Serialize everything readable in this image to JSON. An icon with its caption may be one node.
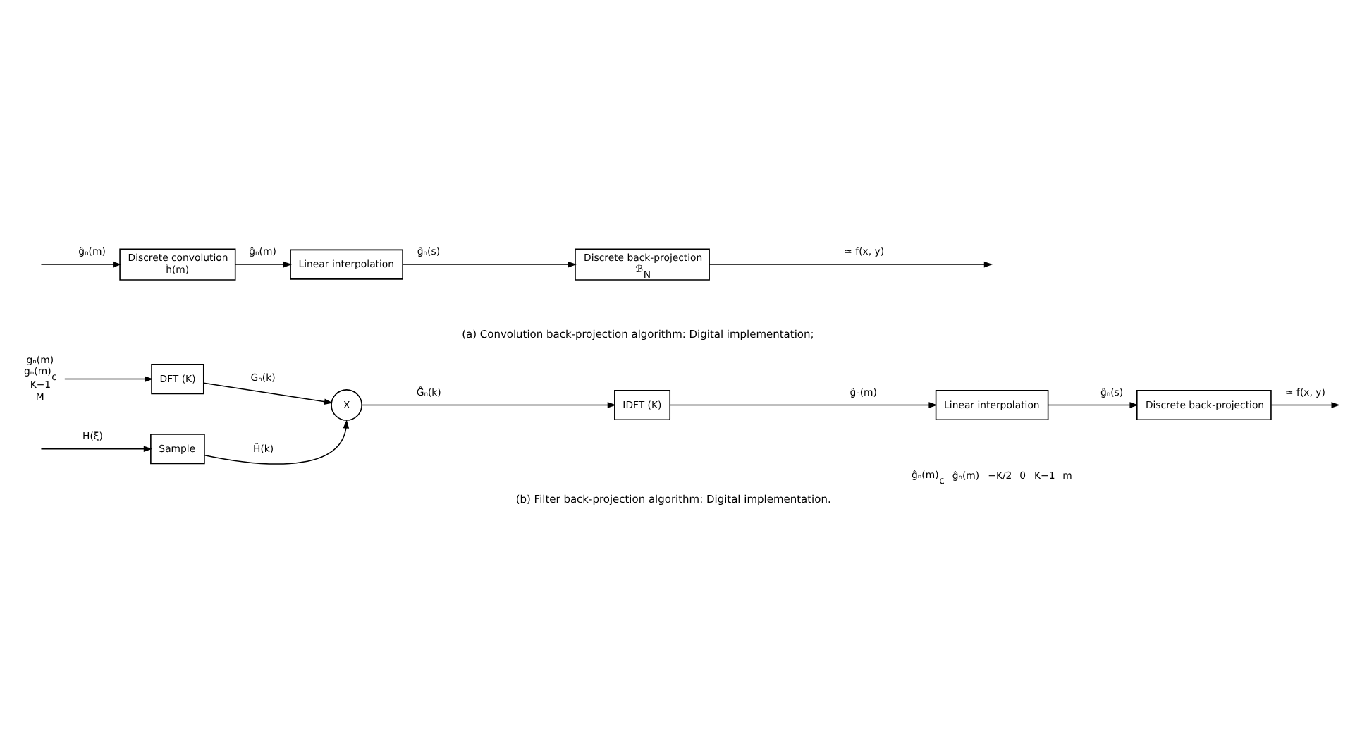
{
  "diagram": {
    "caption": "(b) Filter back-projection algorithm: Digital implementation.",
    "nodes": [
      {
        "text": [
          "Discrete convolution",
          "ĥ(m)"
        ]
      },
      {
        "text": [
          "Linear interpolation"
        ]
      },
      {
        "text": [
          "Discrete back-projection",
          "ℬ$_{N}$"
        ]
      },
      {
        "text": [
          "gₙ(m)",
          "gₙ(m)$_{c}$",
          "K−1",
          "M"
        ]
      },
      {
        "text": [
          "DFT (K)"
        ]
      },
      {
        "text": [
          "X"
        ]
      },
      {
        "text": [
          "IDFT (K)"
        ]
      },
      {
        "text": [
          "Linear interpolation"
        ]
      },
      {
        "text": [
          "Discrete back-projection"
        ]
      },
      {
        "text": [
          "Sample"
        ]
      }
    ],
    "edges": [
      {
        "from": null,
        "to": 0,
        "arrow": "to",
        "label": "ĝₙ(m)"
      },
      {
        "from": 0,
        "to": 1,
        "arrow": "to",
        "label": "ĝₙ(m)"
      },
      {
        "from": 1,
        "to": 2,
        "arrow": "to",
        "label": "ĝₙ(s)"
      },
      {
        "from": 2,
        "to": null,
        "arrow": "to",
        "label": "≃ f(x, y)"
      },
      {
        "from": 3,
        "to": 4,
        "arrow": "to"
      },
      {
        "from": 4,
        "to": 5,
        "arrow": "to",
        "label": "Gₙ(k)"
      },
      {
        "from": 5,
        "to": 6,
        "arrow": "to",
        "label": "Ĝₙ(k)"
      },
      {
        "from": 6,
        "to": 7,
        "arrow": "to",
        "label": "ĝₙ(m)"
      },
      {
        "from": 7,
        "to": 8,
        "arrow": "to",
        "label": "ĝₙ(s)"
      },
      {
        "from": 8,
        "to": null,
        "arrow": "to",
        "label": "≃ f(x, y)"
      },
      {
        "from": null,
        "to": 9,
        "arrow": "to",
        "label": "H(ξ)"
      },
      {
        "from": 9,
        "to": 5,
        "arrow": "to",
        "label": "Ĥ(k)"
      }
    ],
    "labels": [
      "(a) Convolution back-projection algorithm: Digital implementation;",
      "ĝₙ(m)$_{c}$",
      "ĝₙ(m)",
      "−K/2",
      "0",
      "K−1",
      "m"
    ]
  }
}
